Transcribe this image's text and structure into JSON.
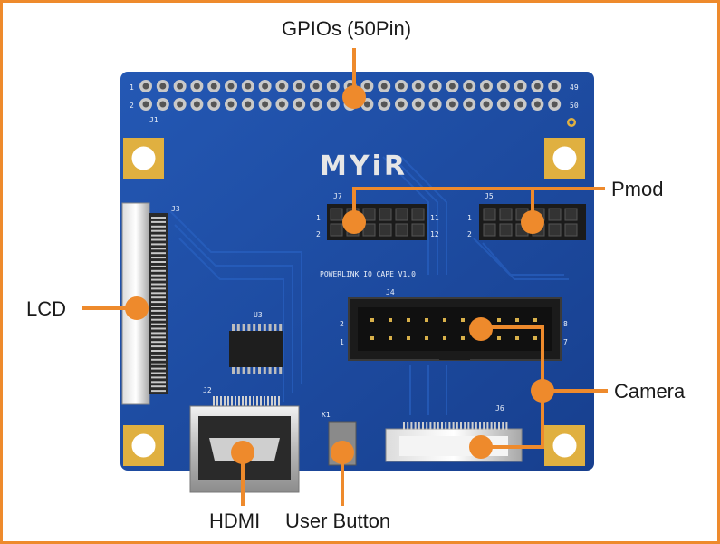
{
  "colors": {
    "frame": "#ee8a2c",
    "pcb": "#1c4fa8",
    "pcb_dark": "#163f8c",
    "callout": "#ee8a2c",
    "silk": "#e8eef8",
    "gold": "#e0b040",
    "header_black": "#1b1b1b"
  },
  "callouts": {
    "gpio": "GPIOs (50Pin)",
    "pmod": "Pmod",
    "lcd": "LCD",
    "camera": "Camera",
    "hdmi": "HDMI",
    "user_button": "User Button"
  },
  "board": {
    "logo": "MYiR",
    "silkscreen_title": "POWERLINK IO CAPE  V1.0",
    "designators": {
      "j1": "J1",
      "j3": "J3",
      "j4": "J4",
      "j5": "J5",
      "j6": "J6",
      "j7": "J7",
      "j2": "J2",
      "u3": "U3",
      "k1": "K1"
    },
    "pin_labels": {
      "j1_row1": "1",
      "j1_row2": "2",
      "j1_end1": "49",
      "j1_end2": "50",
      "j7_p1": "1",
      "j7_p2": "2",
      "j7_p11": "11",
      "j7_p12": "12",
      "j5_p1": "1",
      "j5_p2": "2",
      "j4_p2": "2",
      "j4_p1": "1",
      "j4_p8": "8",
      "j4_p7": "7"
    }
  }
}
